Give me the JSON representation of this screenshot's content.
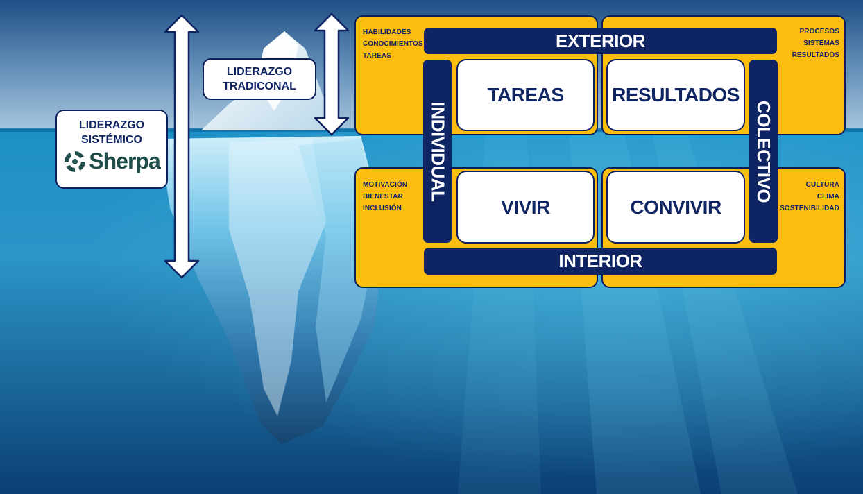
{
  "labels": {
    "systemic_line1": "LIDERAZGO",
    "systemic_line2": "SISTÉMICO",
    "traditional_line1": "LIDERAZGO",
    "traditional_line2": "TRADICONAL",
    "logo_text": "Sherpa"
  },
  "bars": {
    "top": "EXTERIOR",
    "bottom": "INTERIOR",
    "left": "INDIVIDUAL",
    "right": "COLECTIVO"
  },
  "cells": {
    "top_left": "TAREAS",
    "top_right": "RESULTADOS",
    "bottom_left": "VIVIR",
    "bottom_right": "CONVIVIR"
  },
  "corner_notes": {
    "top_left": [
      "HABILIDADES",
      "CONOCIMIENTOS",
      "TAREAS"
    ],
    "top_right": [
      "PROCESOS",
      "SISTEMAS",
      "RESULTADOS"
    ],
    "bottom_left": [
      "MOTIVACIÓN",
      "BIENESTAR",
      "INCLUSIÓN"
    ],
    "bottom_right": [
      "CULTURA",
      "CLIMA",
      "SOSTENIBILIDAD"
    ]
  },
  "colors": {
    "sky_top": "#1e4f86",
    "sky_bottom": "#a9c7de",
    "sea_top": "#1c8fc4",
    "sea_bottom": "#0b3f73",
    "quadrant_fill": "#fcbd0f",
    "navy": "#0f2463",
    "logo_green": "#1f4d4a"
  },
  "icons": {
    "logo_mark": "sherpa-spiral-icon",
    "arrow": "double-arrow-icon"
  }
}
